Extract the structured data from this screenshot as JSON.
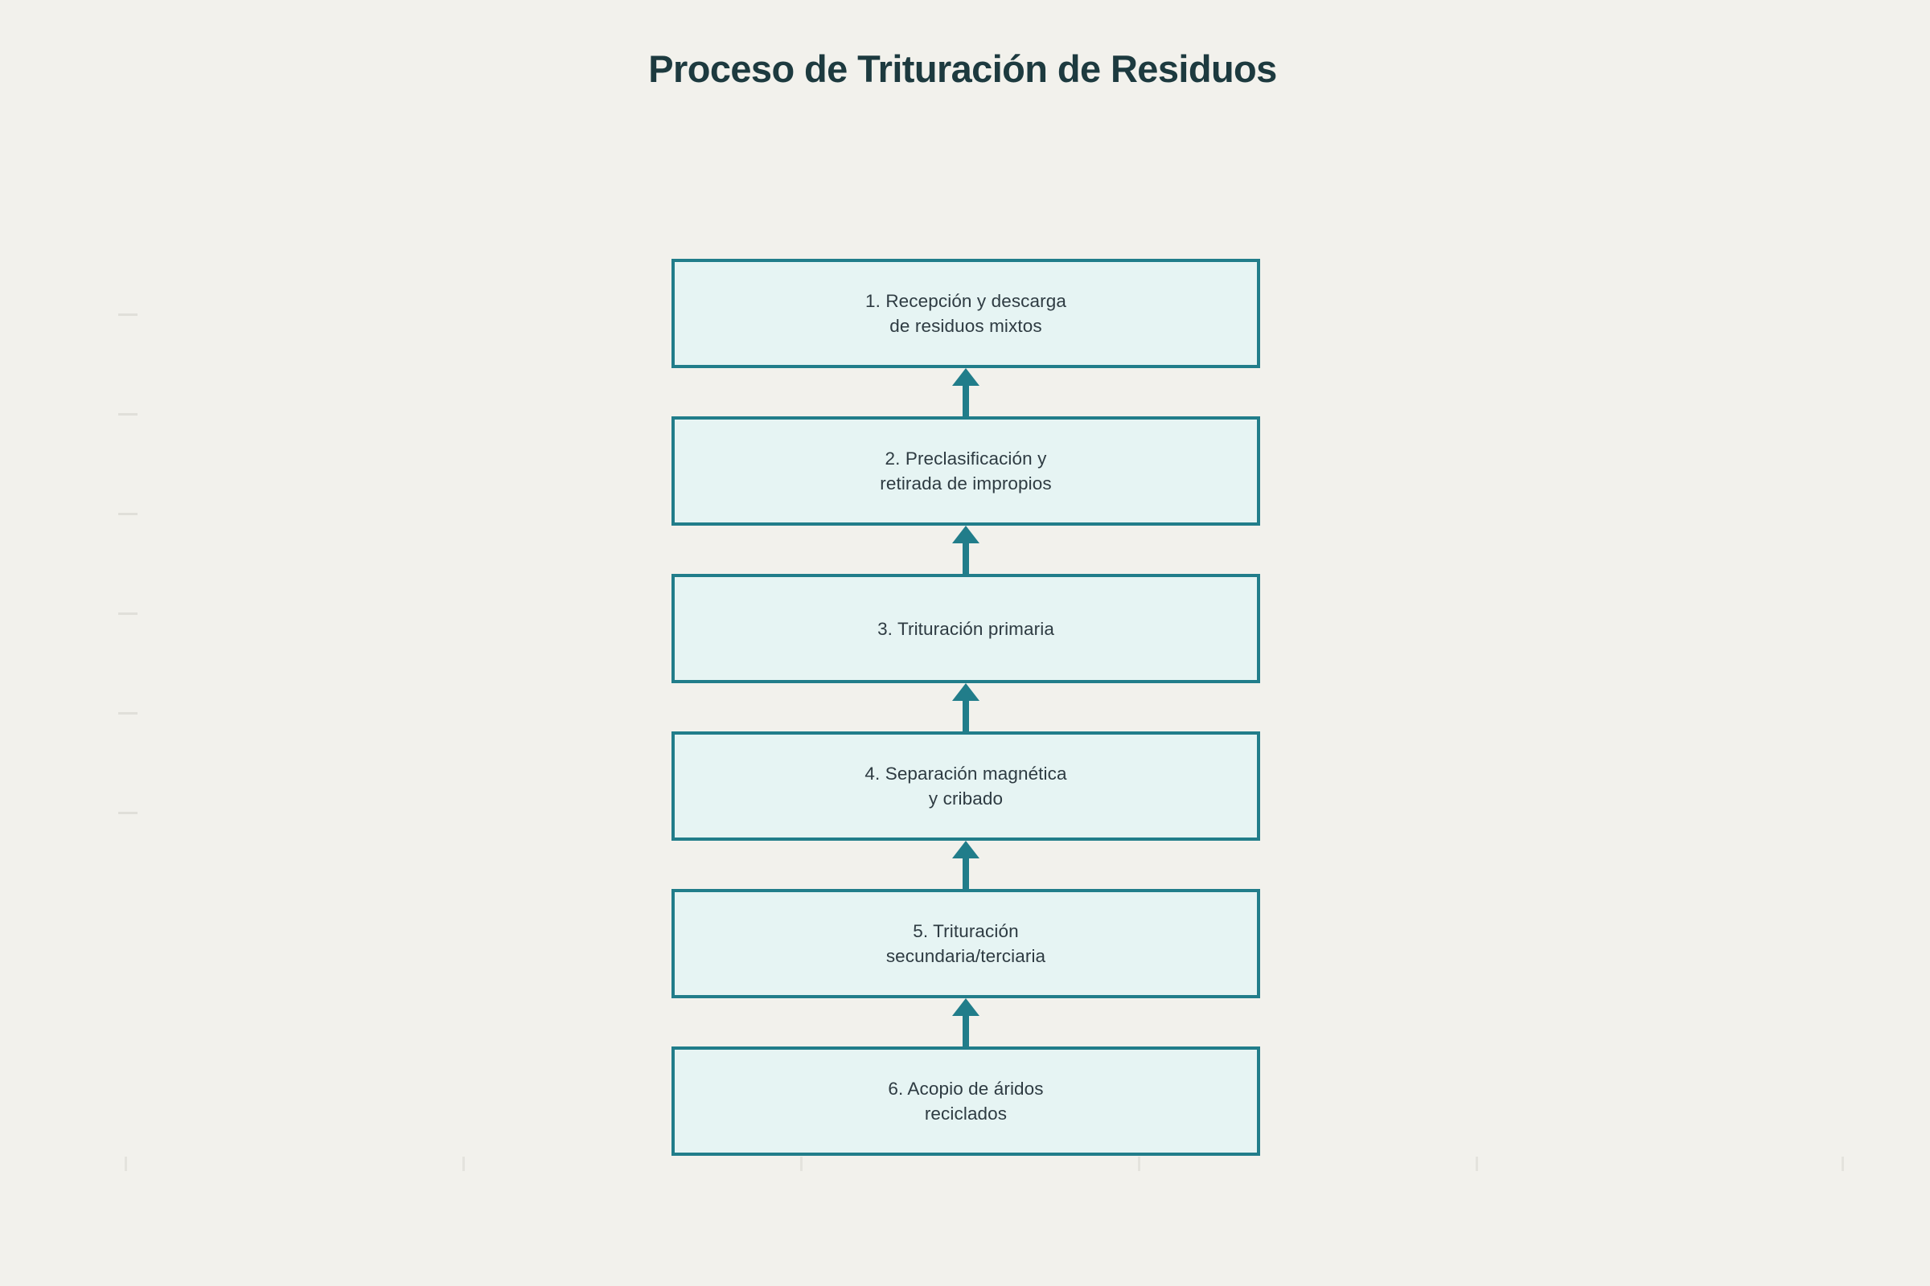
{
  "page": {
    "title": "Proceso de Trituración de Residuos",
    "background_color": "#f2f1ec"
  },
  "theme": {
    "title_color": "#1d3a3f",
    "node_fill": "#e6f4f3",
    "node_border": "#217d8a",
    "node_text": "#2e3b42",
    "arrow_color": "#217d8a",
    "tick_color": "#e0dfd9"
  },
  "chart_data": {
    "type": "flowchart",
    "title": "Proceso de Trituración de Residuos",
    "orientation": "vertical-bottom-to-top",
    "node_count": 6,
    "connector_count": 5,
    "connector_style": "solid-line-with-up-arrowhead",
    "nodes": [
      {
        "index": 1,
        "label": "1. Recepción y descarga\nde residuos mixtos",
        "lines": [
          "1. Recepción y descarga",
          "de residuos mixtos"
        ]
      },
      {
        "index": 2,
        "label": "2. Preclasificación y\nretirada de impropios",
        "lines": [
          "2. Preclasificación y",
          "retirada de impropios"
        ]
      },
      {
        "index": 3,
        "label": "3. Trituración primaria",
        "lines": [
          "3. Trituración primaria"
        ]
      },
      {
        "index": 4,
        "label": "4. Separación magnética\ny cribado",
        "lines": [
          "4. Separación magnética",
          "y cribado"
        ]
      },
      {
        "index": 5,
        "label": "5. Trituración\nsecundaria/terciaria",
        "lines": [
          "5. Trituración",
          "secundaria/terciaria"
        ]
      },
      {
        "index": 6,
        "label": "6. Acopio de áridos\nreciclados",
        "lines": [
          "6. Acopio de áridos",
          "reciclados"
        ]
      }
    ],
    "edges": [
      {
        "from": 2,
        "to": 1,
        "arrow": "up"
      },
      {
        "from": 3,
        "to": 2,
        "arrow": "up"
      },
      {
        "from": 4,
        "to": 3,
        "arrow": "up"
      },
      {
        "from": 5,
        "to": 4,
        "arrow": "up"
      },
      {
        "from": 6,
        "to": 5,
        "arrow": "up"
      }
    ]
  },
  "axis_ticks": {
    "left": [
      390,
      514,
      638,
      762,
      886,
      1010
    ],
    "bottom": [
      155,
      575,
      995,
      1415,
      1835,
      2290
    ]
  }
}
